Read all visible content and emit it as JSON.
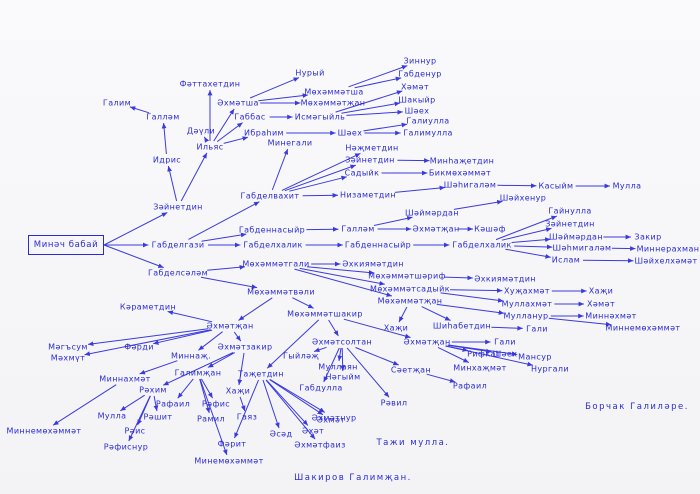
{
  "tree": {
    "root": "Минәч бабай",
    "notes": {
      "author1": "Борчак Галиләре.",
      "author2": "Шакиров Галимҗан.",
      "author3": "Тажи мулла."
    },
    "nodes": [
      {
        "id": "n0",
        "label": "Минәч бабай"
      },
      {
        "id": "n1",
        "label": "Зәйнетдин"
      },
      {
        "id": "n2",
        "label": "Габделгази"
      },
      {
        "id": "n3",
        "label": "Габделсәләм"
      },
      {
        "id": "n4",
        "label": "Идрис"
      },
      {
        "id": "n5",
        "label": "Ильяс"
      },
      {
        "id": "n6",
        "label": "Галләм"
      },
      {
        "id": "n7",
        "label": "Галим"
      },
      {
        "id": "n8",
        "label": "Фәттахетдин"
      },
      {
        "id": "n9",
        "label": "Әхмәтша"
      },
      {
        "id": "n10",
        "label": "Дәүли"
      },
      {
        "id": "n11",
        "label": "Габбас"
      },
      {
        "id": "n12",
        "label": "Ибраһим"
      },
      {
        "id": "n13",
        "label": "Нурый"
      },
      {
        "id": "n14",
        "label": "Мөхәммәтша"
      },
      {
        "id": "n15",
        "label": "Мөхәммәтҗан"
      },
      {
        "id": "n16",
        "label": "Исмәгыйль"
      },
      {
        "id": "n17",
        "label": "Шәех"
      },
      {
        "id": "n18",
        "label": "Зиннур"
      },
      {
        "id": "n19",
        "label": "Габденур"
      },
      {
        "id": "n20",
        "label": "Хәмәт"
      },
      {
        "id": "n21",
        "label": "Шакыйр"
      },
      {
        "id": "n22",
        "label": "Шәех"
      },
      {
        "id": "n23",
        "label": "Галиулла"
      },
      {
        "id": "n24",
        "label": "Галимулла"
      },
      {
        "id": "n25",
        "label": "Габделвахит"
      },
      {
        "id": "n26",
        "label": "Минегали"
      },
      {
        "id": "n27",
        "label": "Нәҗметдин"
      },
      {
        "id": "n28",
        "label": "Зәйнетдин"
      },
      {
        "id": "n29",
        "label": "Садыйк"
      },
      {
        "id": "n30",
        "label": "Низаметдин"
      },
      {
        "id": "n31",
        "label": "Минһаҗетдин"
      },
      {
        "id": "n32",
        "label": "Бикмөхәммәт"
      },
      {
        "id": "n33",
        "label": "Шәһигаләм"
      },
      {
        "id": "n34",
        "label": "Касыйм"
      },
      {
        "id": "n35",
        "label": "Мулла"
      },
      {
        "id": "n36",
        "label": "Габденнасыйр"
      },
      {
        "id": "n37",
        "label": "Галләм"
      },
      {
        "id": "n38",
        "label": "Шәймәрдан"
      },
      {
        "id": "n39",
        "label": "Әхмәтҗан"
      },
      {
        "id": "n40",
        "label": "Кәшәф"
      },
      {
        "id": "n41",
        "label": "Шәйхенур"
      },
      {
        "id": "n42",
        "label": "Габделхалик"
      },
      {
        "id": "n43",
        "label": "Габденнасыйр"
      },
      {
        "id": "n44",
        "label": "Габделхалик"
      },
      {
        "id": "n45",
        "label": "Гайнулла"
      },
      {
        "id": "n46",
        "label": "Зәйнетдин"
      },
      {
        "id": "n47",
        "label": "Шәймәрдан"
      },
      {
        "id": "n48",
        "label": "Шәһмигаләм"
      },
      {
        "id": "n49",
        "label": "Ислам"
      },
      {
        "id": "n50",
        "label": "Закир"
      },
      {
        "id": "n51",
        "label": "Миннерахман"
      },
      {
        "id": "n52",
        "label": "Шәйхелхәмәт"
      },
      {
        "id": "n53",
        "label": "Мөхәммәтгали"
      },
      {
        "id": "n54",
        "label": "Мөхәммәтвәли"
      },
      {
        "id": "n55",
        "label": "Әхкиямәтдин"
      },
      {
        "id": "n56",
        "label": "Мөхәммәтшәриф"
      },
      {
        "id": "n57",
        "label": "Мөхәммәтсадыйк"
      },
      {
        "id": "n58",
        "label": "Мөхәммәтҗан"
      },
      {
        "id": "n59",
        "label": "Әхкиямәтдин"
      },
      {
        "id": "n60",
        "label": "Хуҗахмәт"
      },
      {
        "id": "n61",
        "label": "Хаҗи"
      },
      {
        "id": "n62",
        "label": "Муллахмәт"
      },
      {
        "id": "n63",
        "label": "Хәмәт"
      },
      {
        "id": "n64",
        "label": "Мулланур"
      },
      {
        "id": "n65",
        "label": "Миннәхмәт"
      },
      {
        "id": "n66",
        "label": "Миннемөхәммәт"
      },
      {
        "id": "n67",
        "label": "Шиһабетдин"
      },
      {
        "id": "n68",
        "label": "Гали"
      },
      {
        "id": "n69",
        "label": "Әхмәтҗан"
      },
      {
        "id": "n70",
        "label": "Гали"
      },
      {
        "id": "n71",
        "label": "Шәех"
      },
      {
        "id": "n72",
        "label": "Рифкат"
      },
      {
        "id": "n73",
        "label": "Мансур"
      },
      {
        "id": "n74",
        "label": "Минхаҗмәт"
      },
      {
        "id": "n75",
        "label": "Нургали"
      },
      {
        "id": "n76",
        "label": "Хаҗи"
      },
      {
        "id": "n77",
        "label": "Мөхәммәтшакир"
      },
      {
        "id": "n78",
        "label": "Кәраметдин"
      },
      {
        "id": "n79",
        "label": "Әхмәтҗан"
      },
      {
        "id": "n80",
        "label": "Мәгъсум"
      },
      {
        "id": "n81",
        "label": "Фәрди"
      },
      {
        "id": "n82",
        "label": "Мәхмүт"
      },
      {
        "id": "n83",
        "label": "Миннаҗ."
      },
      {
        "id": "n84",
        "label": "Әхмәтзакир"
      },
      {
        "id": "n85",
        "label": "Миннахмәт"
      },
      {
        "id": "n86",
        "label": "Рәхим"
      },
      {
        "id": "n87",
        "label": "Мулла"
      },
      {
        "id": "n88",
        "label": "Рәшит"
      },
      {
        "id": "n89",
        "label": "Рәис"
      },
      {
        "id": "n90",
        "label": "Рәфиснур"
      },
      {
        "id": "n91",
        "label": "Миннемөхәммәт"
      },
      {
        "id": "n92",
        "label": "Галимҗан"
      },
      {
        "id": "n93",
        "label": "Рафаил"
      },
      {
        "id": "n94",
        "label": "Рәфис"
      },
      {
        "id": "n95",
        "label": "Рамил"
      },
      {
        "id": "n96",
        "label": "Минемөхәммәт"
      },
      {
        "id": "n97",
        "label": "Хаҗи"
      },
      {
        "id": "n98",
        "label": "Таҗетдин"
      },
      {
        "id": "n99",
        "label": "Гаяз"
      },
      {
        "id": "n100",
        "label": "Фәрит"
      },
      {
        "id": "n101",
        "label": "Әсәд"
      },
      {
        "id": "n102",
        "label": "Әхәт"
      },
      {
        "id": "n103",
        "label": "Әхмәтфаиз"
      },
      {
        "id": "n104",
        "label": "Әхмәт"
      },
      {
        "id": "n105",
        "label": "Әхмәтнур"
      },
      {
        "id": "n106",
        "label": "Габдулла"
      },
      {
        "id": "n107",
        "label": "Нәгыйм"
      },
      {
        "id": "n108",
        "label": "Муллаян"
      },
      {
        "id": "n109",
        "label": "Гыйләҗ"
      },
      {
        "id": "n110",
        "label": "Әхмәтсолтан"
      },
      {
        "id": "n111",
        "label": "Сәетҗан"
      },
      {
        "id": "n112",
        "label": "Рафаил"
      },
      {
        "id": "n113",
        "label": "Рәвил"
      }
    ],
    "edges": [
      [
        "n0",
        "n1"
      ],
      [
        "n0",
        "n2"
      ],
      [
        "n0",
        "n3"
      ],
      [
        "n1",
        "n4"
      ],
      [
        "n1",
        "n5"
      ],
      [
        "n4",
        "n6"
      ],
      [
        "n6",
        "n7"
      ],
      [
        "n5",
        "n8"
      ],
      [
        "n5",
        "n9"
      ],
      [
        "n5",
        "n10"
      ],
      [
        "n5",
        "n11"
      ],
      [
        "n5",
        "n12"
      ],
      [
        "n9",
        "n13"
      ],
      [
        "n9",
        "n14"
      ],
      [
        "n9",
        "n15"
      ],
      [
        "n14",
        "n18"
      ],
      [
        "n14",
        "n19"
      ],
      [
        "n11",
        "n16"
      ],
      [
        "n16",
        "n20"
      ],
      [
        "n16",
        "n21"
      ],
      [
        "n16",
        "n22"
      ],
      [
        "n12",
        "n17"
      ],
      [
        "n17",
        "n23"
      ],
      [
        "n17",
        "n24"
      ],
      [
        "n2",
        "n25"
      ],
      [
        "n2",
        "n36"
      ],
      [
        "n2",
        "n42"
      ],
      [
        "n25",
        "n26"
      ],
      [
        "n25",
        "n27"
      ],
      [
        "n25",
        "n28"
      ],
      [
        "n25",
        "n29"
      ],
      [
        "n25",
        "n30"
      ],
      [
        "n28",
        "n31"
      ],
      [
        "n29",
        "n32"
      ],
      [
        "n30",
        "n33"
      ],
      [
        "n33",
        "n34"
      ],
      [
        "n34",
        "n35"
      ],
      [
        "n36",
        "n37"
      ],
      [
        "n37",
        "n38"
      ],
      [
        "n37",
        "n39"
      ],
      [
        "n39",
        "n40"
      ],
      [
        "n38",
        "n41"
      ],
      [
        "n42",
        "n43"
      ],
      [
        "n43",
        "n44"
      ],
      [
        "n44",
        "n45"
      ],
      [
        "n44",
        "n46"
      ],
      [
        "n44",
        "n47"
      ],
      [
        "n44",
        "n48"
      ],
      [
        "n44",
        "n49"
      ],
      [
        "n47",
        "n50"
      ],
      [
        "n48",
        "n51"
      ],
      [
        "n49",
        "n52"
      ],
      [
        "n3",
        "n53"
      ],
      [
        "n3",
        "n54"
      ],
      [
        "n53",
        "n55"
      ],
      [
        "n53",
        "n56"
      ],
      [
        "n53",
        "n57"
      ],
      [
        "n53",
        "n58"
      ],
      [
        "n56",
        "n59"
      ],
      [
        "n57",
        "n60"
      ],
      [
        "n60",
        "n61"
      ],
      [
        "n57",
        "n62"
      ],
      [
        "n62",
        "n63"
      ],
      [
        "n58",
        "n64"
      ],
      [
        "n64",
        "n65"
      ],
      [
        "n64",
        "n66"
      ],
      [
        "n58",
        "n67"
      ],
      [
        "n67",
        "n68"
      ],
      [
        "n58",
        "n76"
      ],
      [
        "n54",
        "n77"
      ],
      [
        "n54",
        "n79"
      ],
      [
        "n77",
        "n69"
      ],
      [
        "n69",
        "n70"
      ],
      [
        "n69",
        "n71"
      ],
      [
        "n69",
        "n72"
      ],
      [
        "n69",
        "n73"
      ],
      [
        "n69",
        "n74"
      ],
      [
        "n69",
        "n75"
      ],
      [
        "n79",
        "n78"
      ],
      [
        "n79",
        "n80"
      ],
      [
        "n79",
        "n81"
      ],
      [
        "n79",
        "n82"
      ],
      [
        "n79",
        "n83"
      ],
      [
        "n79",
        "n84"
      ],
      [
        "n83",
        "n85"
      ],
      [
        "n85",
        "n91"
      ],
      [
        "n84",
        "n86"
      ],
      [
        "n86",
        "n87"
      ],
      [
        "n86",
        "n88"
      ],
      [
        "n86",
        "n89"
      ],
      [
        "n86",
        "n90"
      ],
      [
        "n84",
        "n92"
      ],
      [
        "n92",
        "n93"
      ],
      [
        "n92",
        "n94"
      ],
      [
        "n92",
        "n95"
      ],
      [
        "n92",
        "n96"
      ],
      [
        "n84",
        "n97"
      ],
      [
        "n97",
        "n99"
      ],
      [
        "n77",
        "n98"
      ],
      [
        "n98",
        "n100"
      ],
      [
        "n98",
        "n101"
      ],
      [
        "n98",
        "n102"
      ],
      [
        "n98",
        "n103"
      ],
      [
        "n98",
        "n104"
      ],
      [
        "n98",
        "n105"
      ],
      [
        "n77",
        "n110"
      ],
      [
        "n110",
        "n109"
      ],
      [
        "n110",
        "n108"
      ],
      [
        "n110",
        "n107"
      ],
      [
        "n110",
        "n106"
      ],
      [
        "n110",
        "n111"
      ],
      [
        "n110",
        "n113"
      ],
      [
        "n111",
        "n112"
      ]
    ]
  }
}
